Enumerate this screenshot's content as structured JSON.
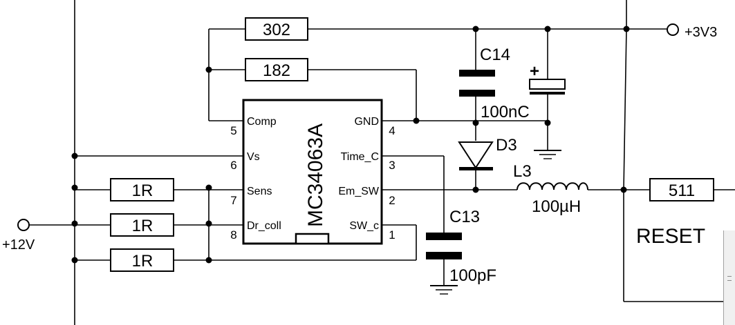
{
  "ic": {
    "name": "MC34063A"
  },
  "pins": {
    "comp": {
      "label": "Comp",
      "num": "5"
    },
    "vs": {
      "label": "Vs",
      "num": "6"
    },
    "sens": {
      "label": "Sens",
      "num": "7"
    },
    "drcoll": {
      "label": "Dr_coll",
      "num": "8"
    },
    "gnd": {
      "label": "GND",
      "num": "4"
    },
    "timec": {
      "label": "Time_C",
      "num": "3"
    },
    "emsw": {
      "label": "Em_SW",
      "num": "2"
    },
    "swc": {
      "label": "SW_c",
      "num": "1"
    }
  },
  "resistors": {
    "r302": "302",
    "r182": "182",
    "r1a": "1R",
    "r1b": "1R",
    "r1c": "1R",
    "r511": "511"
  },
  "components": {
    "c14_name": "C14",
    "c14_value": "100nC",
    "plus": "+",
    "d3_name": "D3",
    "l3_name": "L3",
    "l3_value": "100µH",
    "c13_name": "C13",
    "c13_value": "100pF"
  },
  "nets": {
    "v33": "+3V3",
    "v12": "+12V",
    "reset": "RESET"
  }
}
